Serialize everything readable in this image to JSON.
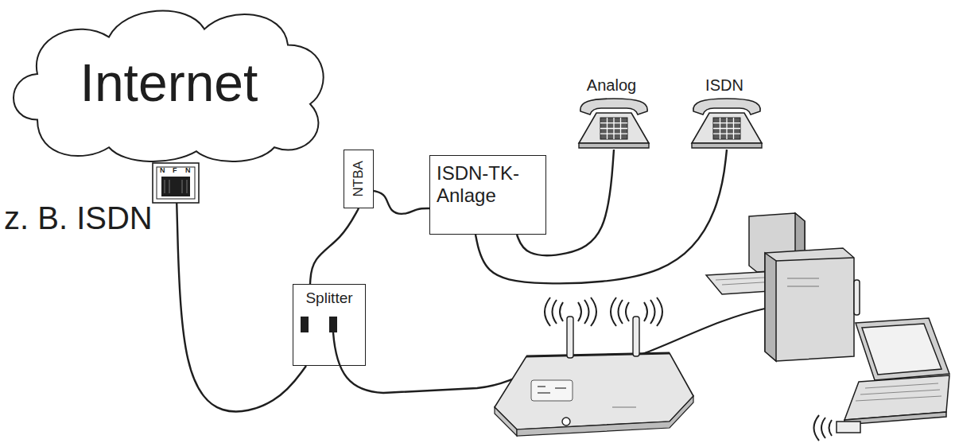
{
  "diagram": {
    "nodes": [
      {
        "text": [
          "Internet"
        ]
      },
      {
        "text": [
          "NTBA"
        ]
      },
      {
        "text": [
          "ISDN-TK- Anlage"
        ]
      },
      {
        "text": [
          "Analog"
        ]
      },
      {
        "text": [
          "ISDN"
        ]
      },
      {
        "text": [
          "Splitter"
        ]
      }
    ],
    "edges": [
      {
        "from": 0,
        "to": 5,
        "arrow": "none"
      },
      {
        "from": 5,
        "to": 1,
        "arrow": "none"
      },
      {
        "from": 1,
        "to": 2,
        "arrow": "none"
      },
      {
        "from": 2,
        "to": 3,
        "arrow": "none"
      },
      {
        "from": 2,
        "to": 4,
        "arrow": "none"
      }
    ],
    "labels": [
      "z. B. ISDN",
      "N",
      "F",
      "N"
    ]
  }
}
